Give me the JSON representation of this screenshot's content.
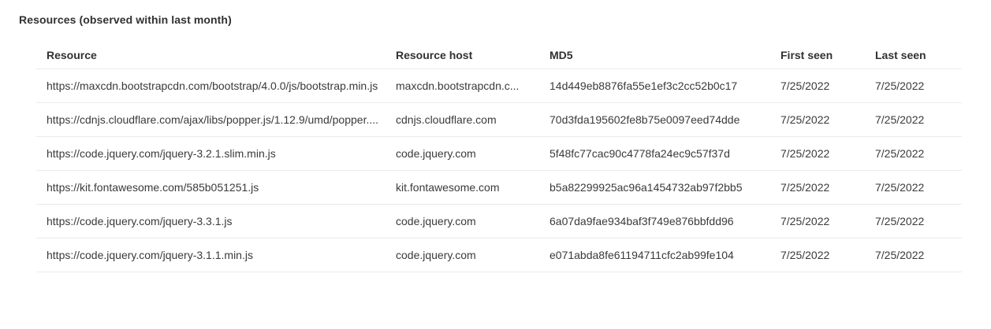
{
  "title": "Resources (observed within last month)",
  "colors": {
    "background": "#ffffff",
    "text": "#323130",
    "divider": "#edebe9"
  },
  "table": {
    "headers": {
      "resource": "Resource",
      "host": "Resource host",
      "md5": "MD5",
      "first_seen": "First seen",
      "last_seen": "Last seen"
    },
    "rows": [
      {
        "resource": "https://maxcdn.bootstrapcdn.com/bootstrap/4.0.0/js/bootstrap.min.js",
        "host": "maxcdn.bootstrapcdn.c...",
        "md5": "14d449eb8876fa55e1ef3c2cc52b0c17",
        "first_seen": "7/25/2022",
        "last_seen": "7/25/2022"
      },
      {
        "resource": "https://cdnjs.cloudflare.com/ajax/libs/popper.js/1.12.9/umd/popper....",
        "host": "cdnjs.cloudflare.com",
        "md5": "70d3fda195602fe8b75e0097eed74dde",
        "first_seen": "7/25/2022",
        "last_seen": "7/25/2022"
      },
      {
        "resource": "https://code.jquery.com/jquery-3.2.1.slim.min.js",
        "host": "code.jquery.com",
        "md5": "5f48fc77cac90c4778fa24ec9c57f37d",
        "first_seen": "7/25/2022",
        "last_seen": "7/25/2022"
      },
      {
        "resource": "https://kit.fontawesome.com/585b051251.js",
        "host": "kit.fontawesome.com",
        "md5": "b5a82299925ac96a1454732ab97f2bb5",
        "first_seen": "7/25/2022",
        "last_seen": "7/25/2022"
      },
      {
        "resource": "https://code.jquery.com/jquery-3.3.1.js",
        "host": "code.jquery.com",
        "md5": "6a07da9fae934baf3f749e876bbfdd96",
        "first_seen": "7/25/2022",
        "last_seen": "7/25/2022"
      },
      {
        "resource": "https://code.jquery.com/jquery-3.1.1.min.js",
        "host": "code.jquery.com",
        "md5": "e071abda8fe61194711cfc2ab99fe104",
        "first_seen": "7/25/2022",
        "last_seen": "7/25/2022"
      }
    ]
  }
}
